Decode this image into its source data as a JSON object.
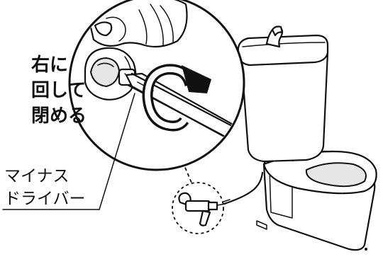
{
  "instruction": {
    "lines": [
      "右に",
      "回して",
      "閉める"
    ]
  },
  "tool_label": {
    "lines": [
      "マイナス",
      "ドライバー"
    ]
  },
  "icons": {
    "rotate": "clockwise-rotation-arrow-icon",
    "tool": "flathead-screwdriver-icon",
    "valve": "water-stop-valve-icon",
    "toilet": "toilet-icon"
  }
}
